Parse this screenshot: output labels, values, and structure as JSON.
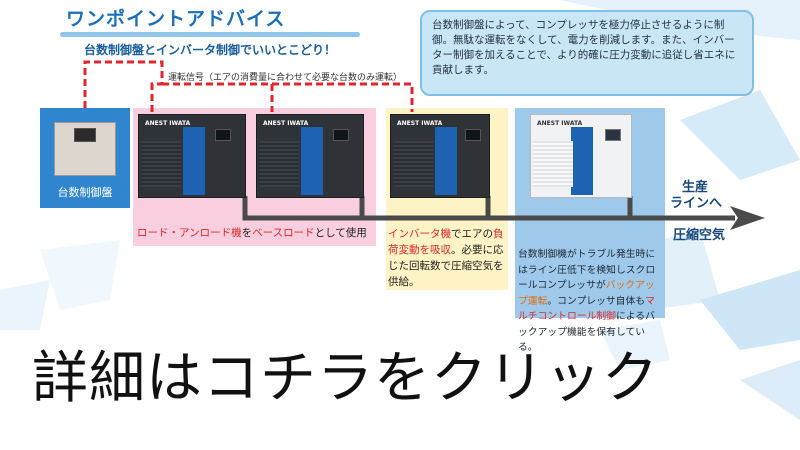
{
  "header": {
    "title": "ワンポイントアドバイス",
    "subtitle": "台数制御盤とインバータ制御でいいとこどり！"
  },
  "info_box": {
    "text": "台数制御盤によって、コンプレッサを極力停止させるように制御。無駄な運転をなくして、電力を削減します。また、インバーター制御を加えることで、より的確に圧力変動に追従し省エネに貢献します。"
  },
  "signal_label": "運転信号（エアの消費量に合わせて必要な台数のみ運転）",
  "control_panel": {
    "label": "台数制御盤"
  },
  "compressors": [
    {
      "logo": "ANEST IWATA"
    },
    {
      "logo": "ANEST IWATA"
    },
    {
      "logo": "ANEST IWATA"
    },
    {
      "logo": "ANEST IWATA"
    }
  ],
  "zones": {
    "load": {
      "part1_red": "ロード・アンロード機",
      "part2": "を",
      "part3_red": "ベースロード",
      "part4": "として使用"
    },
    "inverter": {
      "part1_red": "インバータ機",
      "part2": "でエアの",
      "part3_red": "負荷変動を吸収",
      "part4": "。必要に応じた回転数で圧縮空気を供給。"
    },
    "backup": {
      "part1": "台数制御機がトラブル発生時にはライン圧低下を検知しスクロールコンプレッサが",
      "part2_orange": "バックアップ運転",
      "part3": "。コンプレッサ自体も",
      "part4_red": "マルチコントロール制御",
      "part5": "によるバックアップ機能を保有している。"
    }
  },
  "output": {
    "line1": "生産",
    "line2": "ラインへ",
    "line3": "圧縮空気"
  },
  "cta": {
    "text": "詳細はコチラをクリック"
  },
  "colors": {
    "title_blue": "#1a6fb8",
    "signal_red": "#e0262b",
    "pink_zone": "#f9cfe0",
    "yellow_zone": "#fdf3c4",
    "blue_zone": "#9ec9ea",
    "compressor_stripe": "#1e63b3",
    "pipe": "#4a4a4a"
  }
}
